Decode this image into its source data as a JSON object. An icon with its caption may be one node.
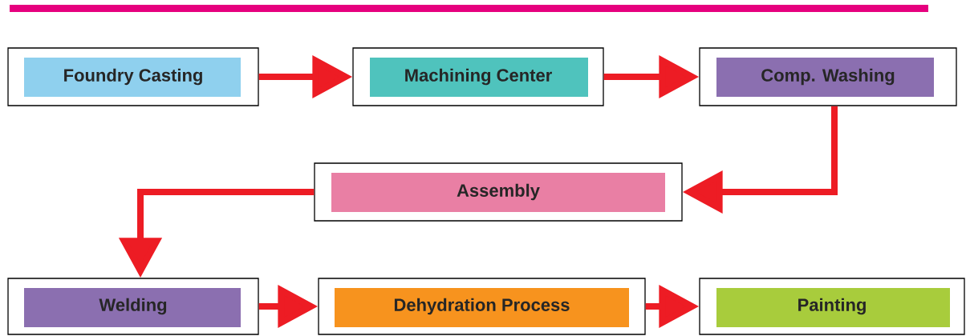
{
  "diagram": {
    "nodes": [
      {
        "text": [
          "Foundry Casting"
        ]
      },
      {
        "text": [
          "Machining Center"
        ]
      },
      {
        "text": [
          "Comp. Washing"
        ]
      },
      {
        "text": [
          "Assembly"
        ]
      },
      {
        "text": [
          "Welding"
        ]
      },
      {
        "text": [
          "Dehydration Process"
        ]
      },
      {
        "text": [
          "Painting"
        ]
      }
    ],
    "edges": [
      {
        "from": 0,
        "to": 1,
        "arrow": "to"
      },
      {
        "from": 1,
        "to": 2,
        "arrow": "to"
      },
      {
        "from": 2,
        "to": 3,
        "arrow": "to"
      },
      {
        "from": 3,
        "to": 4,
        "arrow": "to"
      },
      {
        "from": 4,
        "to": 5,
        "arrow": "to"
      },
      {
        "from": 5,
        "to": 6,
        "arrow": "to"
      }
    ]
  }
}
